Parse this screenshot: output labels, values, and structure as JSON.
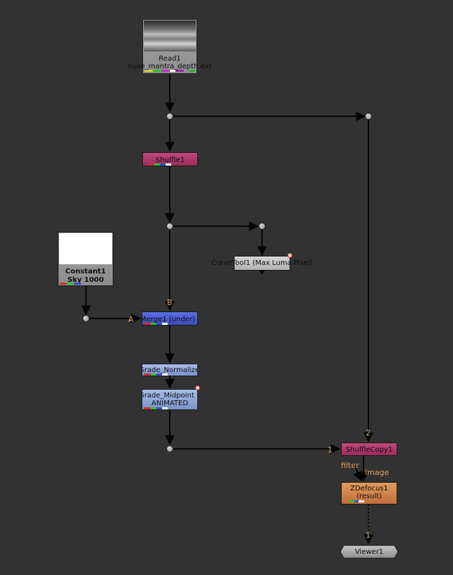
{
  "nodes": {
    "read1": {
      "name": "Read1",
      "file": "nuke_mantra_depth.exr"
    },
    "shuffle1": {
      "name": "Shuffle1"
    },
    "constant1": {
      "name": "Constant1",
      "label": "Sky 1000"
    },
    "curvetool1": {
      "name": "CurveTool1 (Max Luma Pixel)"
    },
    "merge1": {
      "name": "Merge1 (under)"
    },
    "grade_normalize": {
      "name": "Grade_Normalize"
    },
    "grade_midpoint": {
      "name": "Grade_Midpoint",
      "label": "ANIMATED"
    },
    "shufflecopy1": {
      "name": "ShuffleCopy1"
    },
    "zdefocus1": {
      "name": "ZDefocus1",
      "label": "(result)"
    },
    "viewer1": {
      "name": "Viewer1"
    }
  },
  "inputs": {
    "merge_b": "B",
    "merge_a": "A",
    "shufflecopy_2": "2",
    "shufflecopy_1": "1",
    "zdefocus_filter": "filter",
    "zdefocus_image": "image",
    "viewer_1": "1"
  },
  "colors": {
    "background": "#323232",
    "read_node": "#9a9a9a",
    "shuffle_node": "#b03a6a",
    "merge_node": "#4a5fd0",
    "grade_node": "#8fa6d8",
    "curvetool_node": "#c8c8c8",
    "zdefocus_node": "#d9864a",
    "viewer_node": "#9a9a9a",
    "edge_label": "#e0a060"
  }
}
